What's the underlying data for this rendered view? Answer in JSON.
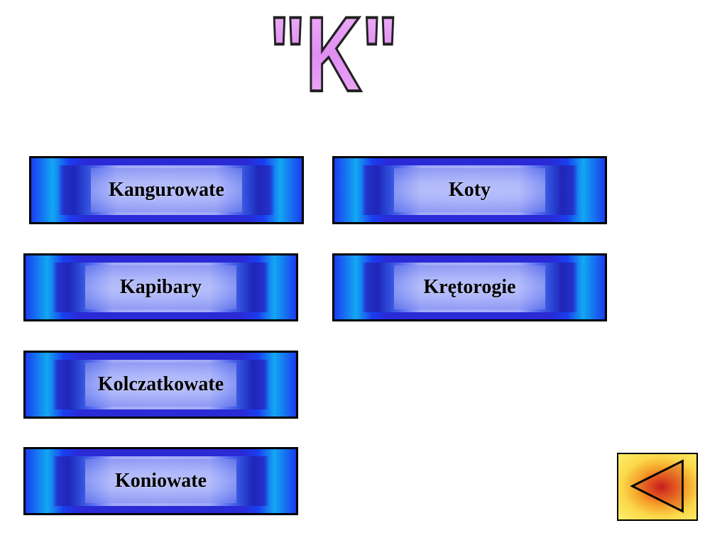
{
  "title": {
    "text": "\"K\"",
    "fill_color": "#e89cf4",
    "outline_color": "#222222"
  },
  "buttons": [
    {
      "label": "Kangurowate"
    },
    {
      "label": "Koty"
    },
    {
      "label": "Kapibary"
    },
    {
      "label": "Krętorogie"
    },
    {
      "label": "Kolczatkowate"
    },
    {
      "label": "Koniowate"
    }
  ],
  "back": {
    "icon": "left-triangle-arrow-icon",
    "colors": {
      "center": "#c81e1e",
      "edge": "#fdf06a"
    }
  },
  "colors": {
    "button_base": "#2a2ad6",
    "button_highlight": "#12a8f2",
    "button_inner": "#b7c0fb",
    "border": "#000000"
  }
}
